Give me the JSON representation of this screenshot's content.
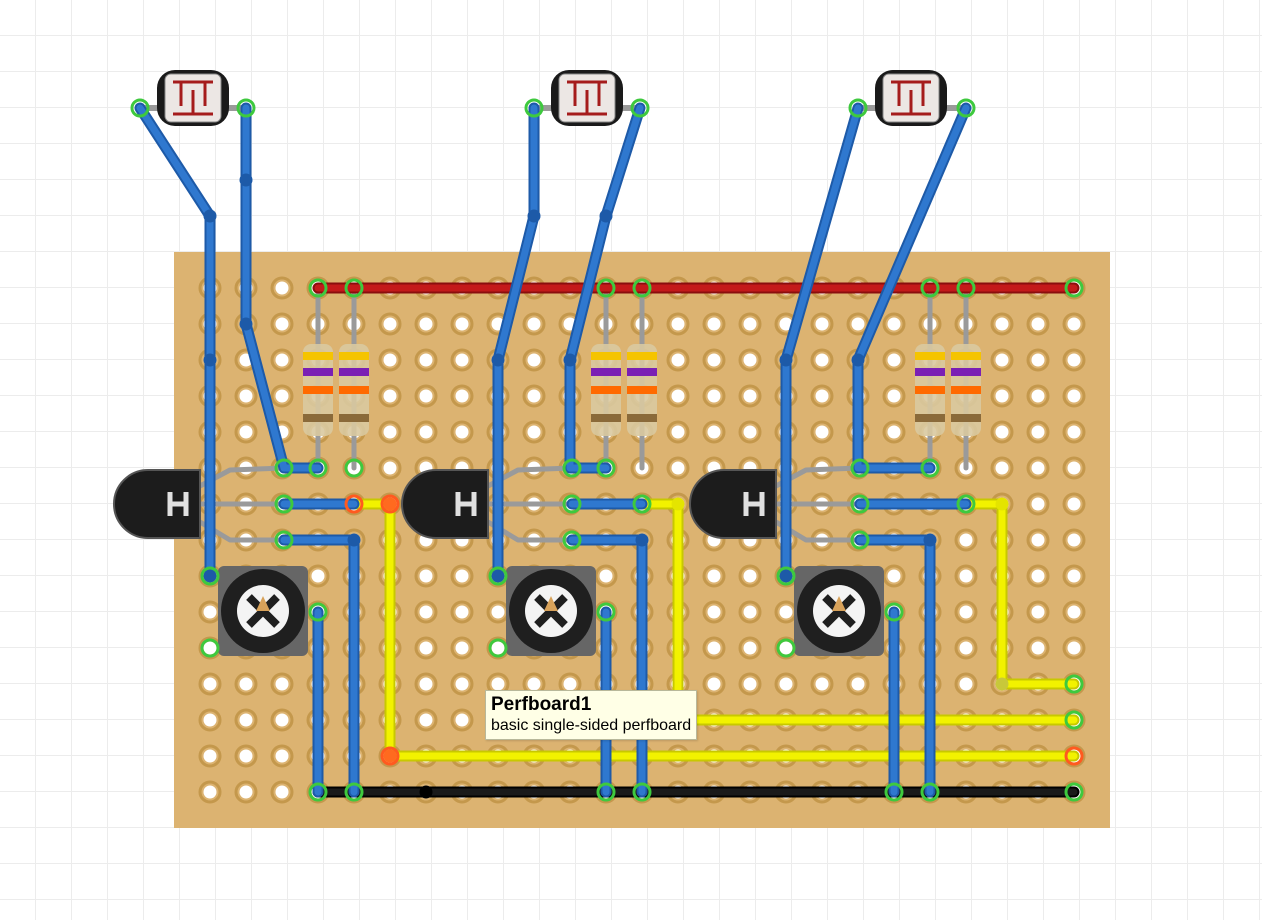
{
  "tooltip": {
    "title": "Perfboard1",
    "description": "basic single-sided perfboard"
  },
  "colors": {
    "board": "#dcb371",
    "hole": "#ffffff",
    "wire_blue": "#2f78cf",
    "wire_yellow": "#f2f200",
    "wire_red": "#c41a1a",
    "wire_black": "#1a1a1a",
    "connector_green": "#3ec93e",
    "connector_red": "#ff5a1f",
    "leg_gray": "#9a9a9a"
  },
  "components": {
    "photocells": 3,
    "transistors": 3,
    "trim_potentiometers": 3,
    "resistors": 6
  }
}
